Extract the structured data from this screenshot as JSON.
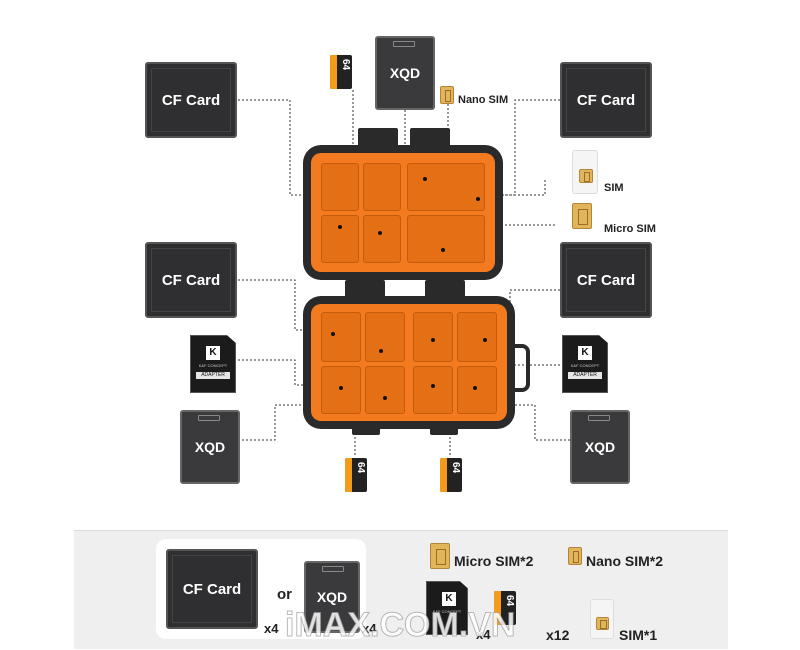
{
  "cards": {
    "cf_label": "CF Card",
    "xqd_label": "XQD",
    "sd_logo": "K",
    "sd_brand": "K&F CONCEPT",
    "sd_adapter": "ADAPTER",
    "microsd_capacity": "64"
  },
  "labels": {
    "nano_sim": "Nano SIM",
    "sim": "SIM",
    "micro_sim": "Micro SIM"
  },
  "summary": {
    "cf_label": "CF Card",
    "or_text": "or",
    "xqd_label": "XQD",
    "cf_count": "x4",
    "xqd_count": "x4",
    "micro_sim": "Micro SIM*2",
    "nano_sim": "Nano SIM*2",
    "sd_count": "x4",
    "microsd_count": "x12",
    "sim": "SIM*1"
  },
  "watermark": "iMAX.COM.VN",
  "colors": {
    "case_orange": "#f47a1f",
    "case_dark": "#2a2a2a",
    "card_dark": "#2f2f31",
    "chip_gold": "#e1b55a"
  }
}
